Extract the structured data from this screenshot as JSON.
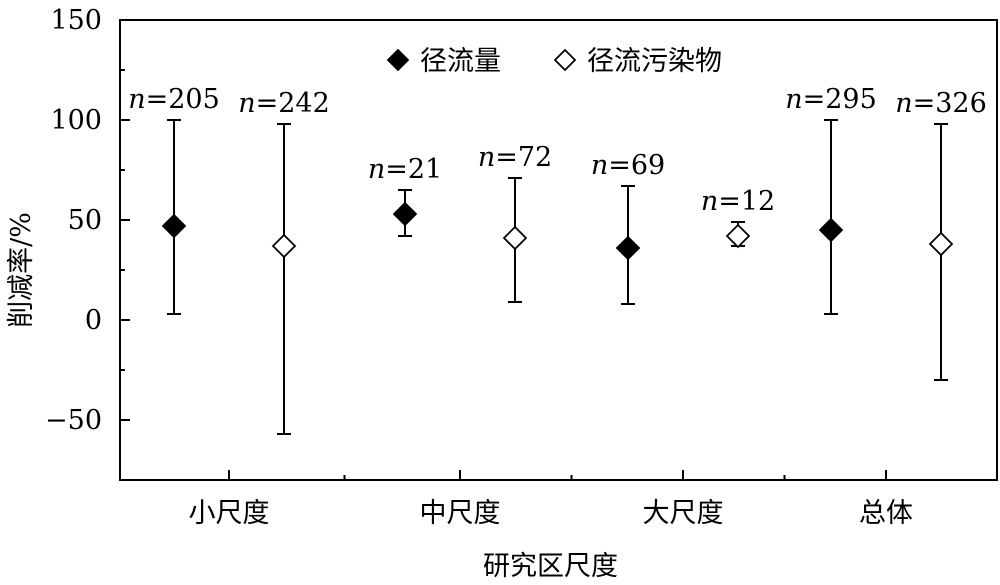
{
  "chart_data": {
    "type": "scatter",
    "xlabel": "研究区尺度",
    "ylabel": "削减率/%",
    "ylim": [
      -80,
      150
    ],
    "yticks": [
      150,
      100,
      50,
      0,
      -50
    ],
    "ytick_labels": [
      "150",
      "100",
      "50",
      "0",
      "−50"
    ],
    "categories": [
      "小尺度",
      "中尺度",
      "大尺度",
      "总体"
    ],
    "grid": false,
    "legend_position": "top-center",
    "n_prefix": "n",
    "colors": {
      "filled": "#000000",
      "open": "#ffffff",
      "axis": "#000000"
    },
    "series": [
      {
        "name": "径流量",
        "marker": "filled-diamond",
        "points": [
          {
            "category": "小尺度",
            "mean": 47,
            "low": 3,
            "high": 100,
            "n": "=205"
          },
          {
            "category": "中尺度",
            "mean": 53,
            "low": 42,
            "high": 65,
            "n": "=21"
          },
          {
            "category": "大尺度",
            "mean": 36,
            "low": 8,
            "high": 67,
            "n": "=69"
          },
          {
            "category": "总体",
            "mean": 45,
            "low": 3,
            "high": 100,
            "n": "=295"
          }
        ]
      },
      {
        "name": "径流污染物",
        "marker": "open-diamond",
        "points": [
          {
            "category": "小尺度",
            "mean": 37,
            "low": -57,
            "high": 98,
            "n": "=242"
          },
          {
            "category": "中尺度",
            "mean": 41,
            "low": 9,
            "high": 71,
            "n": "=72"
          },
          {
            "category": "大尺度",
            "mean": 42,
            "low": 37,
            "high": 49,
            "n": "=12"
          },
          {
            "category": "总体",
            "mean": 38,
            "low": -30,
            "high": 98,
            "n": "=326"
          }
        ]
      }
    ]
  }
}
